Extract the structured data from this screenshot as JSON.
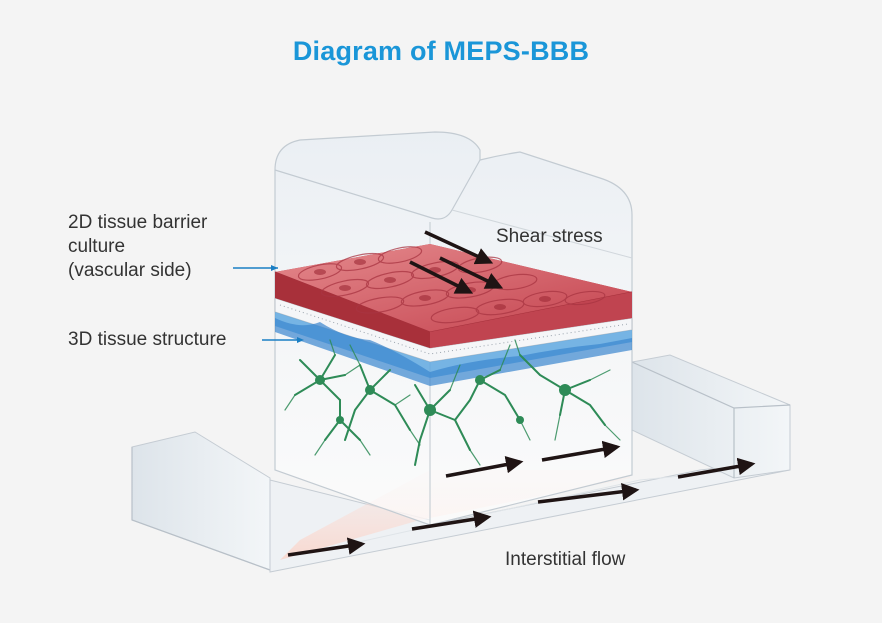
{
  "title": "Diagram of MEPS-BBB",
  "labels": {
    "barrier": [
      "2D tissue barrier",
      "culture",
      "(vascular side)"
    ],
    "structure": "3D tissue structure",
    "shear": "Shear stress",
    "flow": "Interstitial flow"
  },
  "colors": {
    "title": "#1a96d8",
    "leader": "#1a7ec4",
    "cells": "#c9505a",
    "neurons": "#2e8b57",
    "arrows": "#1f1414"
  }
}
